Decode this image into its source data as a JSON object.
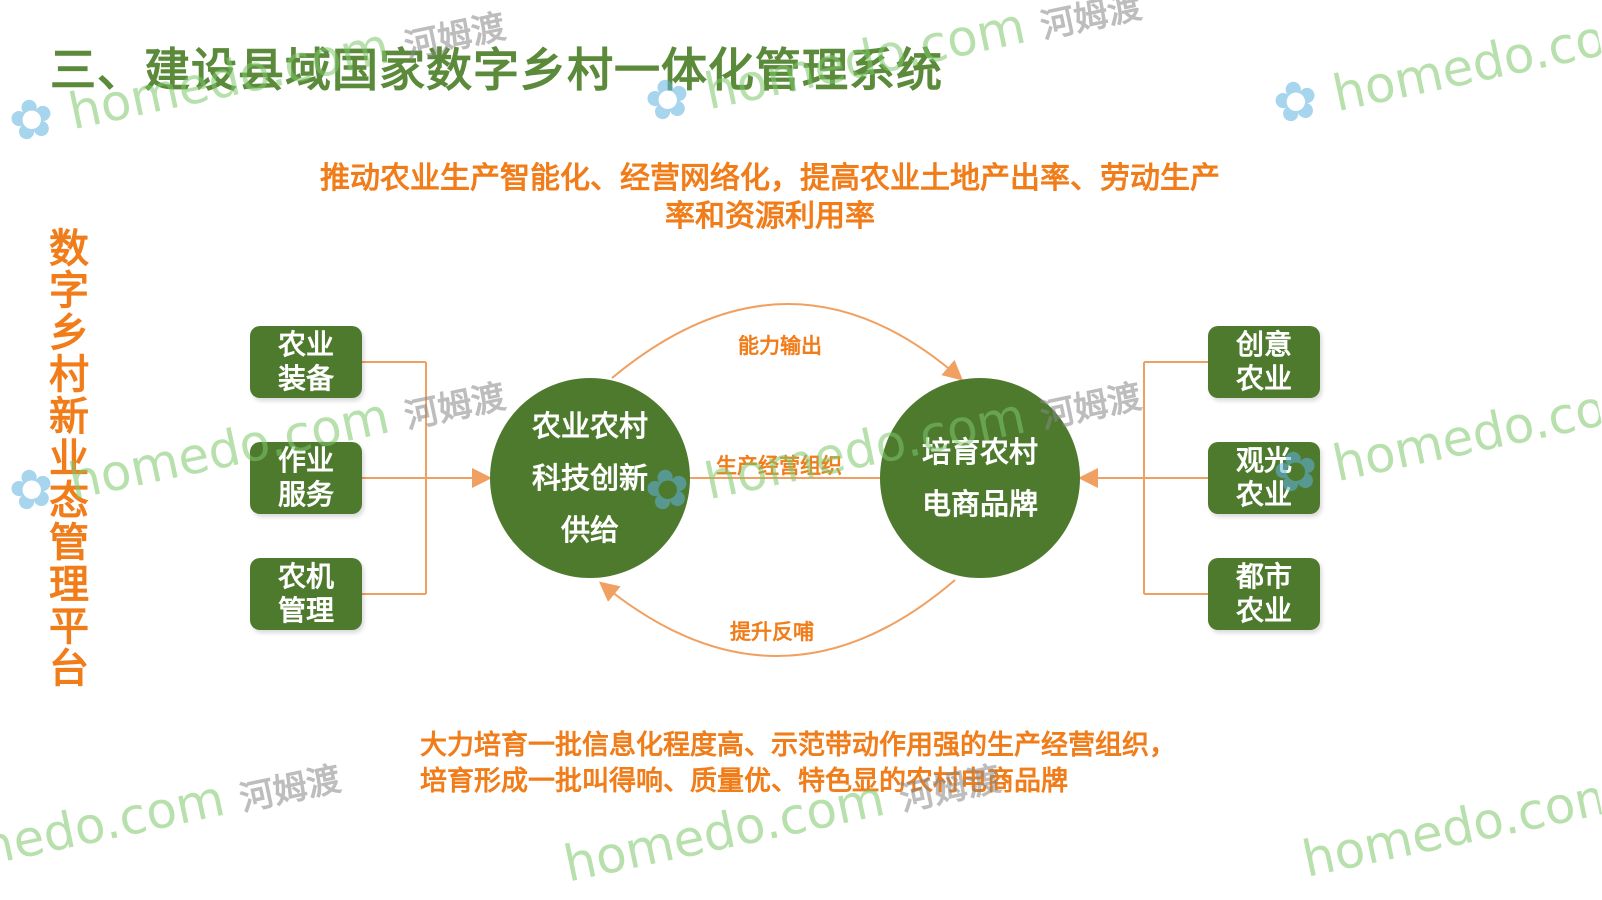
{
  "title": "三、建设县域国家数字乡村一体化管理系统",
  "side_title": "数字乡村新业态管理平台",
  "top_text": "推动农业生产智能化、经营网络化，提高农业土地产出率、劳动生产率和资源利用率",
  "bottom_text": "大力培育一批信息化程度高、示范带动作用强的生产经营组织，培育形成一批叫得响、质量优、特色显的农村电商品牌",
  "left_boxes": [
    {
      "line1": "农业",
      "line2": "装备"
    },
    {
      "line1": "作业",
      "line2": "服务"
    },
    {
      "line1": "农机",
      "line2": "管理"
    }
  ],
  "right_boxes": [
    {
      "line1": "创意",
      "line2": "农业"
    },
    {
      "line1": "观光",
      "line2": "农业"
    },
    {
      "line1": "都市",
      "line2": "农业"
    }
  ],
  "left_circle": {
    "line1": "农业农村",
    "line2": "科技创新",
    "line3": "供给"
  },
  "right_circle": {
    "line1": "培育农村",
    "line2": "电商品牌"
  },
  "arrow_labels": {
    "top": "能力输出",
    "middle": "生产经营组织",
    "bottom": "提升反哺"
  },
  "watermark": {
    "text": "homedo.com",
    "cn": "河姆渡",
    "icon": "flower-logo-icon"
  },
  "colors": {
    "title": "#5a8a3a",
    "accent": "#f07d1a",
    "box": "#4e7a2e",
    "connector": "#f0a060"
  }
}
